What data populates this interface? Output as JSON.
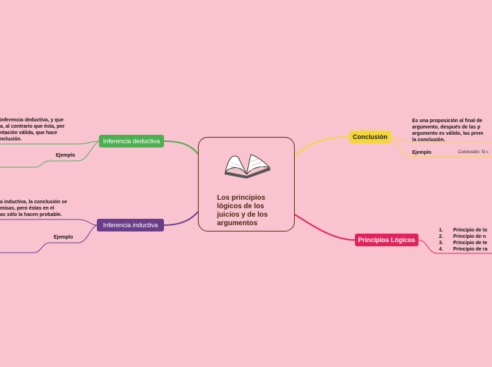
{
  "central": {
    "title": "Los principios lógicos de los juicios y de los argumentos",
    "icon": "open-book-icon"
  },
  "branches": {
    "deductiva": {
      "label": "Inferencia deductiva",
      "color": "#4caf50",
      "text": "inferencia deductiva, y que\na, al contrario que ésta, por\nntación válida, que hace\nnclusión.",
      "example_label": "Ejemplo"
    },
    "inductiva": {
      "label": "Inferencia inductiva",
      "color": "#6a3d8a",
      "text": "a inductiva, la conclusión se\nmisas, pero éstas en el\nas sólo la hacen probable.",
      "example_label": "Ejemplo"
    },
    "conclusion": {
      "label": "Conclusión",
      "color": "#f4d637",
      "text": "Es una proposición al final de\nargumento, después de las p\nargumento es válido, las prem\nla conclusión.",
      "example_label": "Ejemplo",
      "example_text": "Conclusión: Si c"
    },
    "principios": {
      "label": "Principios Lógicos",
      "color": "#e0245e",
      "items": [
        {
          "num": "1.",
          "text": "Principio de lo"
        },
        {
          "num": "2.",
          "text": "Principio de n"
        },
        {
          "num": "3.",
          "text": "Principio de te"
        },
        {
          "num": "4.",
          "text": "Principio de ra"
        }
      ]
    }
  }
}
